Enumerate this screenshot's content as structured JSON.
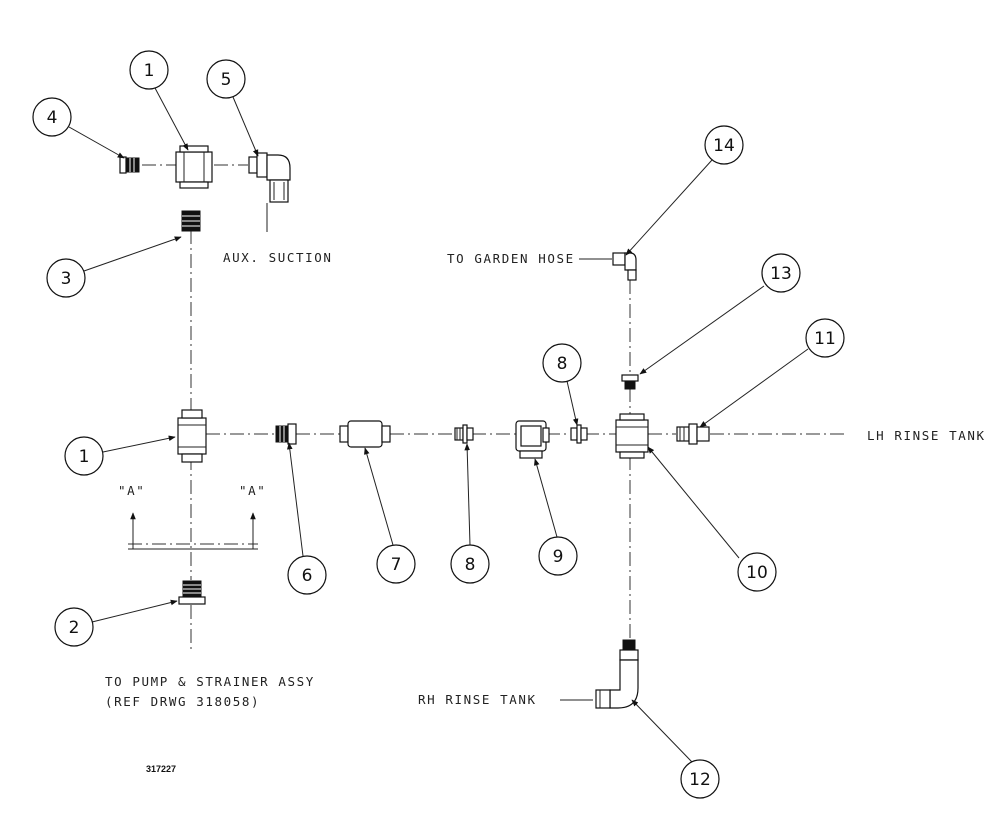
{
  "labels": {
    "aux_suction": "AUX. SUCTION",
    "to_garden_hose": "TO GARDEN HOSE",
    "lh_rinse_tank": "LH RINSE TANK",
    "rh_rinse_tank": "RH RINSE TANK",
    "to_pump_line1": "TO PUMP & STRAINER ASSY",
    "to_pump_line2": "(REF DRWG 318058)",
    "section_a_left": "\"A\"",
    "section_a_right": "\"A\"",
    "drawing_number": "317227"
  },
  "callouts": {
    "c1_top": "1",
    "c5": "5",
    "c4": "4",
    "c3": "3",
    "c14": "14",
    "c13": "13",
    "c11": "11",
    "c8_top": "8",
    "c1_mid": "1",
    "c10": "10",
    "c6": "6",
    "c7": "7",
    "c8_bottom": "8",
    "c9": "9",
    "c2": "2",
    "c12": "12"
  }
}
